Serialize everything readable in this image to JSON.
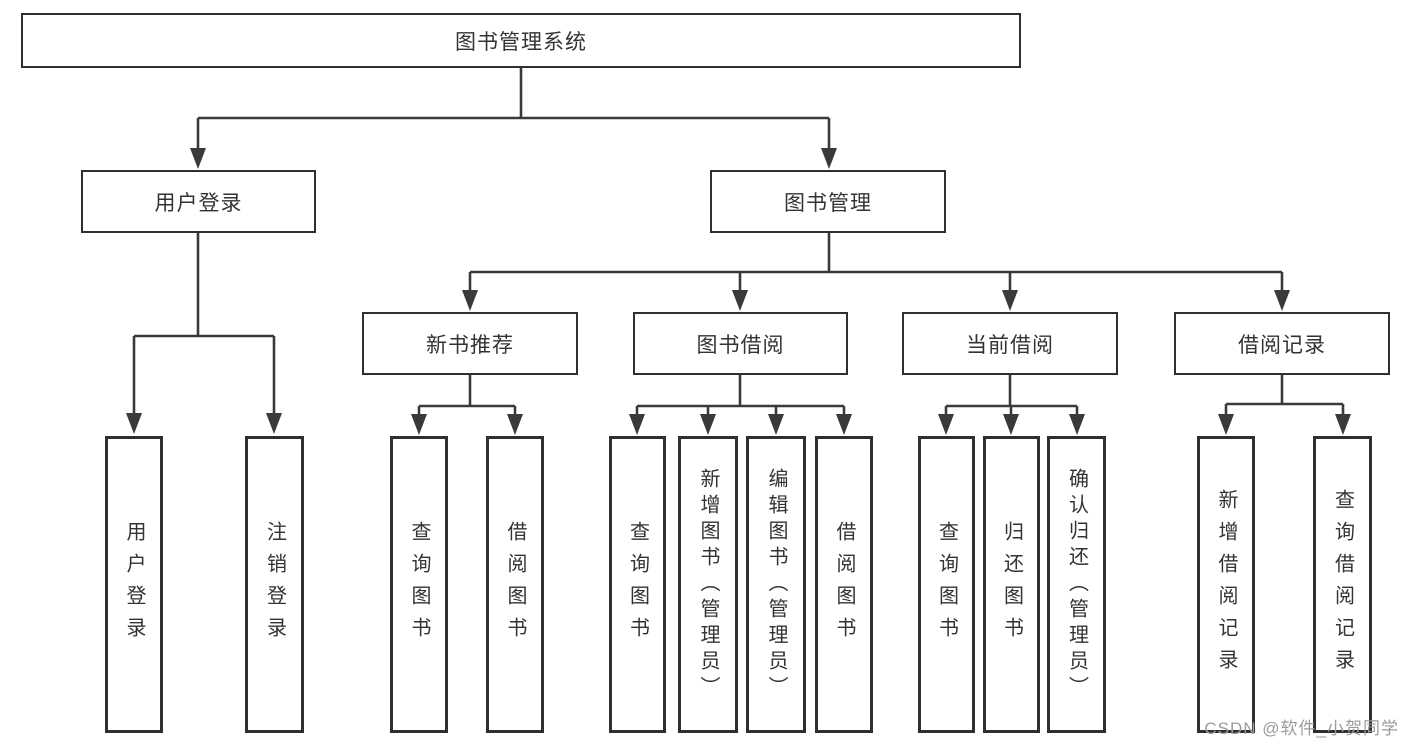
{
  "diagram": {
    "root": {
      "label": "图书管理系统"
    },
    "level2": [
      {
        "id": "user-login",
        "label": "用户登录"
      },
      {
        "id": "book-management",
        "label": "图书管理"
      }
    ],
    "level3": [
      {
        "id": "new-book-recommendation",
        "label": "新书推荐",
        "parent": "图书管理"
      },
      {
        "id": "book-borrowing",
        "label": "图书借阅",
        "parent": "图书管理"
      },
      {
        "id": "current-borrowing",
        "label": "当前借阅",
        "parent": "图书管理"
      },
      {
        "id": "borrowing-records",
        "label": "借阅记录",
        "parent": "图书管理"
      }
    ],
    "leaves": [
      {
        "label": "用户登录",
        "parent": "用户登录"
      },
      {
        "label": "注销登录",
        "parent": "用户登录"
      },
      {
        "label": "查询图书",
        "parent": "新书推荐"
      },
      {
        "label": "借阅图书",
        "parent": "新书推荐"
      },
      {
        "label": "查询图书",
        "parent": "图书借阅"
      },
      {
        "label": "新增图书（管理员）",
        "parent": "图书借阅"
      },
      {
        "label": "编辑图书（管理员）",
        "parent": "图书借阅"
      },
      {
        "label": "借阅图书",
        "parent": "图书借阅"
      },
      {
        "label": "查询图书",
        "parent": "当前借阅"
      },
      {
        "label": "归还图书",
        "parent": "当前借阅"
      },
      {
        "label": "确认归还（管理员）",
        "parent": "当前借阅"
      },
      {
        "label": "新增借阅记录",
        "parent": "借阅记录"
      },
      {
        "label": "查询借阅记录",
        "parent": "借阅记录"
      }
    ],
    "watermark": "CSDN @软件_小贺同学",
    "colors": {
      "line": "#3a3a3a",
      "border": "#2f2f2f",
      "text": "#333333",
      "watermark": "#9b9b9d",
      "background": "#ffffff"
    }
  }
}
